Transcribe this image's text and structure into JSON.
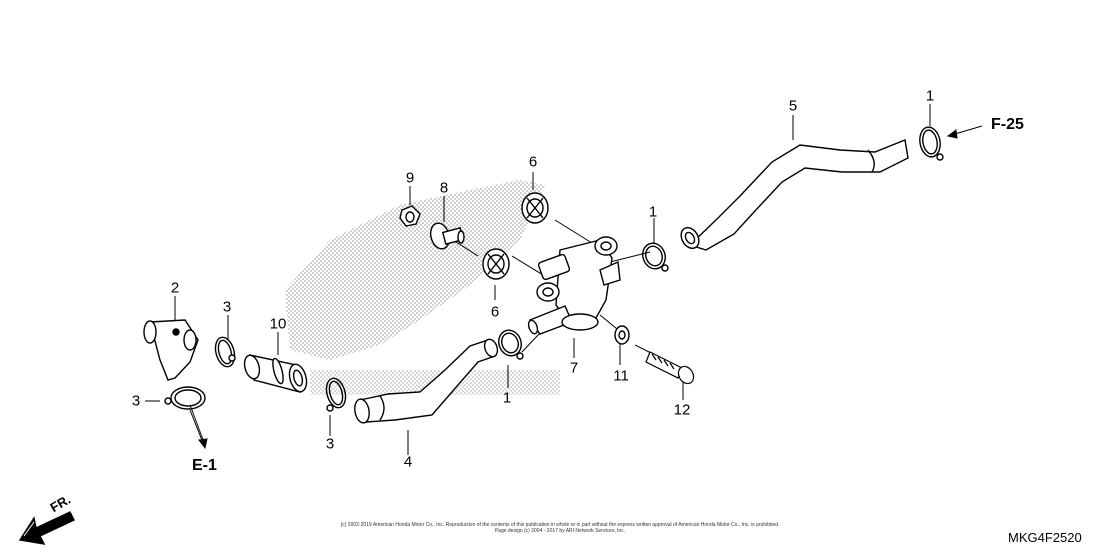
{
  "callouts": {
    "c1_top_right": "1",
    "c1_mid": "1",
    "c1_lower": "1",
    "c2": "2",
    "c3_top": "3",
    "c3_left": "3",
    "c3_bottom": "3",
    "c4": "4",
    "c5": "5",
    "c6_top": "6",
    "c6_bottom": "6",
    "c7": "7",
    "c8": "8",
    "c9": "9",
    "c10": "10",
    "c11": "11",
    "c12": "12"
  },
  "refs": {
    "f25": "F-25",
    "e1": "E-1",
    "front": "FR."
  },
  "copyright": {
    "line1": "(c) 2002-2019 American Honda Motor Co., Inc. Reproduction of the contents of this publication in whole or in part without the express written approval of American Honda Motor Co., Inc. is prohibited.",
    "line2": "Page design (c) 2004 - 2017 by ARI Network Services, Inc."
  },
  "diagram_code": "MKG4F2520"
}
